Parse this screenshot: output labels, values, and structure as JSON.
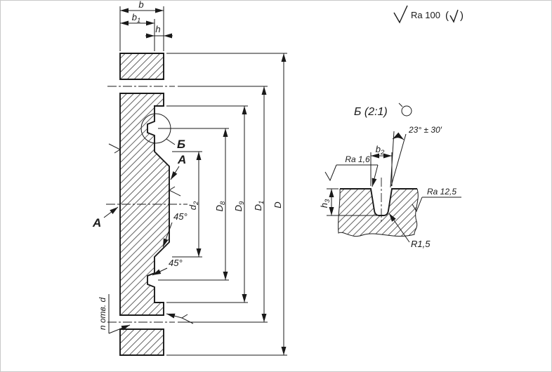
{
  "colors": {
    "background": "#ffffff",
    "line": "#1a1a1a"
  },
  "general_roughness": {
    "label": "Ra 100",
    "paren_open": "(",
    "paren_close": ")"
  },
  "main_view": {
    "dim_b": "b",
    "dim_b1_main": "b",
    "dim_b1_sub": "1",
    "dim_h": "h",
    "dim_d2_main": "d",
    "dim_d2_sub": "2",
    "dim_D8_main": "D",
    "dim_D8_sub": "8",
    "dim_D9_main": "D",
    "dim_D9_sub": "9",
    "dim_D1_main": "D",
    "dim_D1_sub": "1",
    "dim_D": "D",
    "angle_1": "45°",
    "angle_2": "45°",
    "label_a_left": "А",
    "label_a_face": "А",
    "label_b": "Б",
    "holes_note": "n отв. d"
  },
  "detail_view": {
    "title": "Б (2:1)",
    "dim_b2_main": "b",
    "dim_b2_sub": "2",
    "dim_h3_main": "h",
    "dim_h3_sub": "3",
    "angle": "23° ± 30′",
    "radius": "R1,5",
    "ra_groove": "Ra 1,6",
    "ra_face": "Ra 12,5"
  }
}
